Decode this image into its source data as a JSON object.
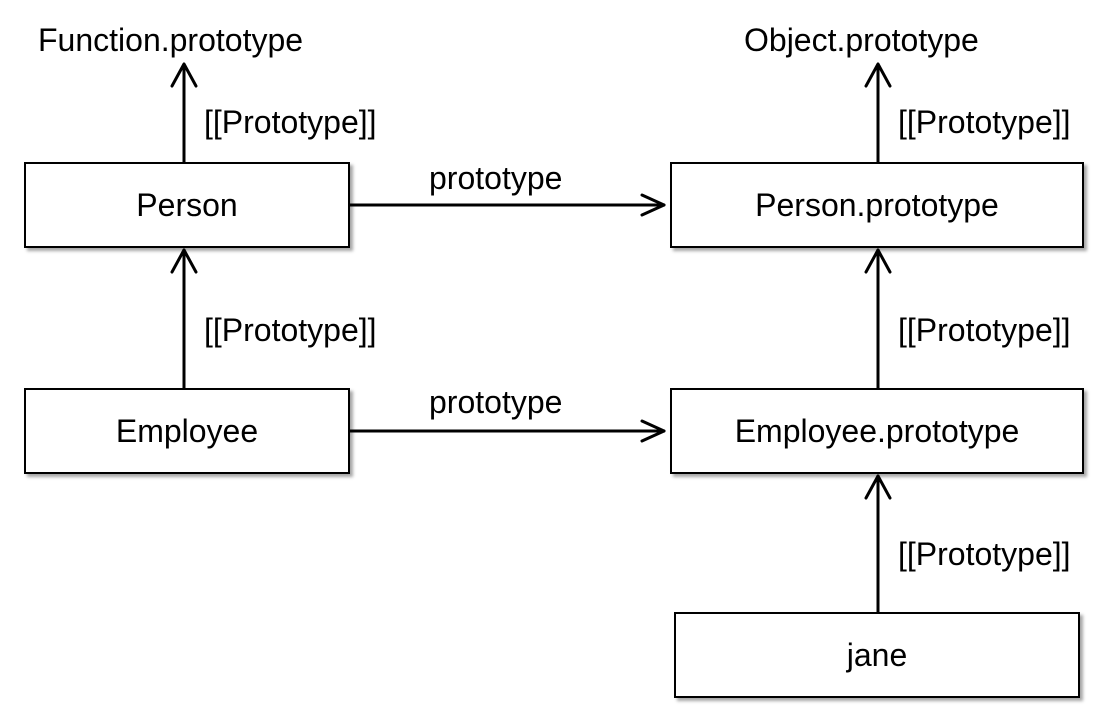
{
  "nodes": {
    "person": "Person",
    "person_prototype": "Person.prototype",
    "employee": "Employee",
    "employee_prototype": "Employee.prototype",
    "jane": "jane"
  },
  "targets": {
    "function_prototype": "Function.prototype",
    "object_prototype": "Object.prototype"
  },
  "edge_labels": {
    "person_to_function_prototype": "[[Prototype]]",
    "person_prototype_to_object_prototype": "[[Prototype]]",
    "person_to_person_prototype": "prototype",
    "employee_to_person": "[[Prototype]]",
    "employee_prototype_to_person_prototype": "[[Prototype]]",
    "employee_to_employee_prototype": "prototype",
    "jane_to_employee_prototype": "[[Prototype]]"
  },
  "colors": {
    "stroke": "#000000",
    "background": "#ffffff"
  }
}
